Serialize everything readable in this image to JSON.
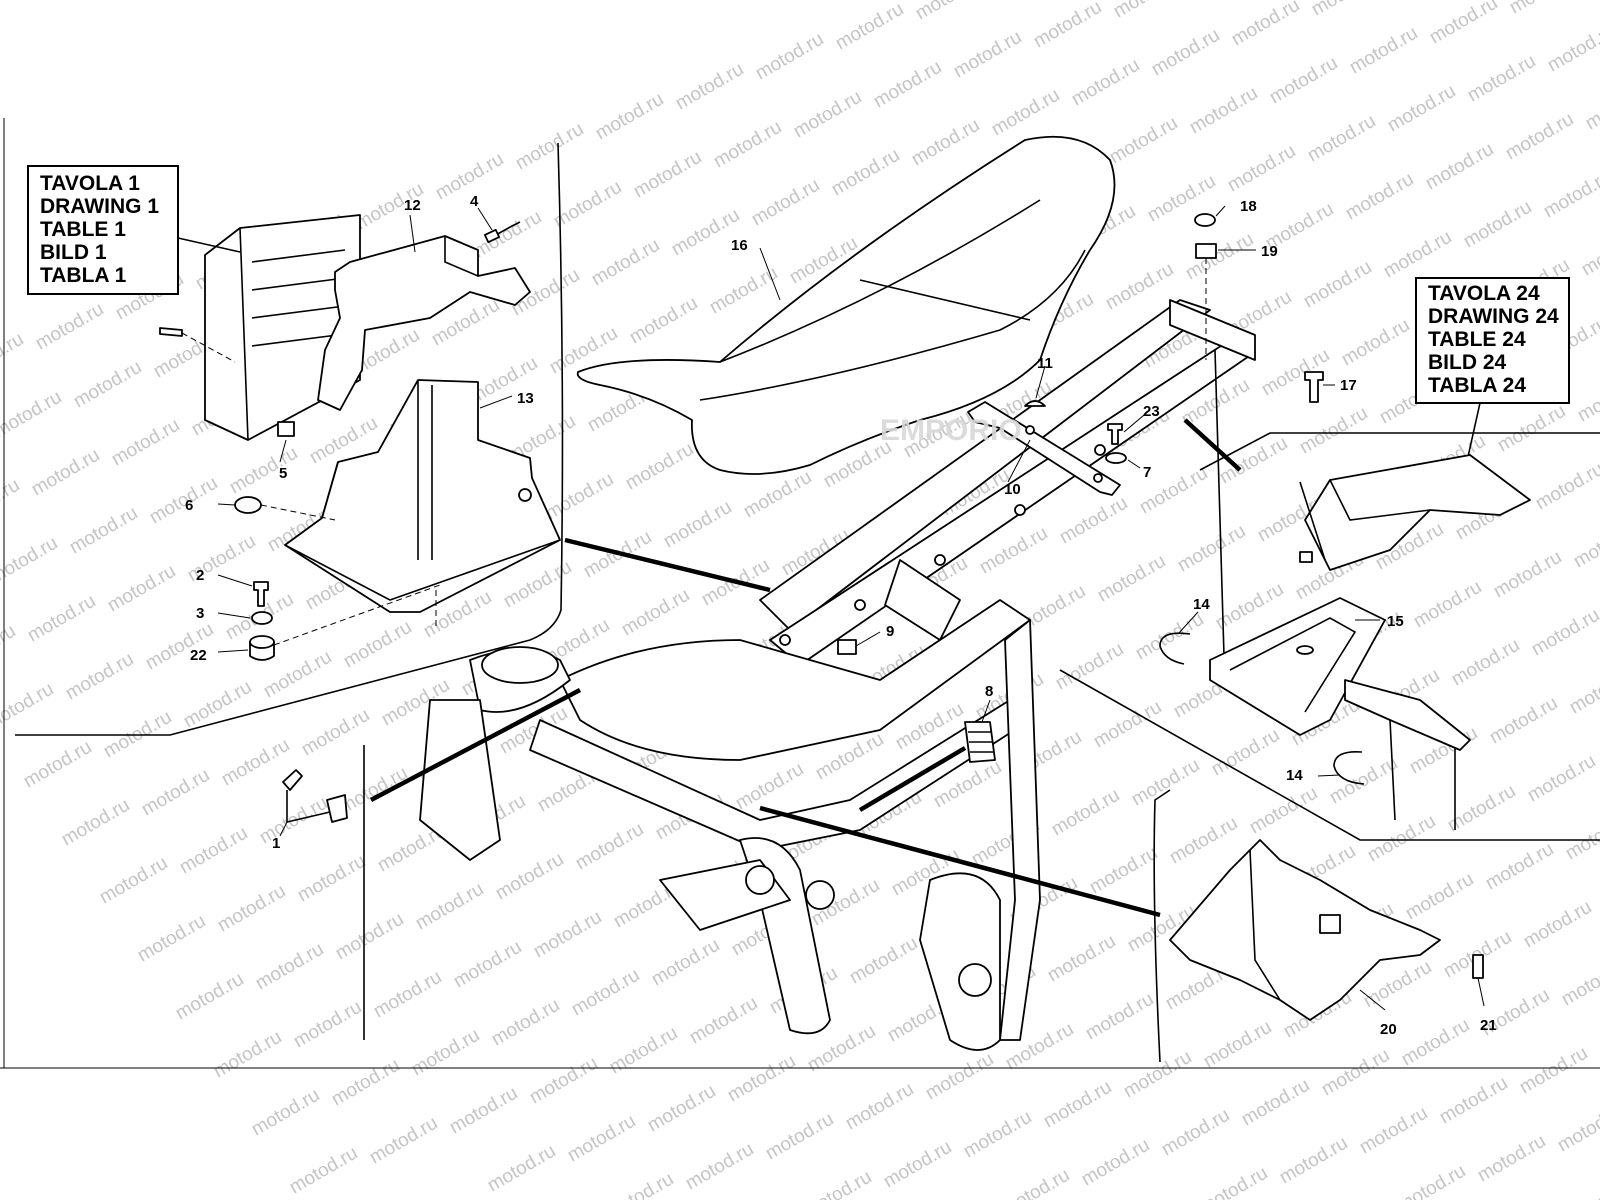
{
  "watermark": {
    "text": "motod.ru"
  },
  "center_logo": {
    "text": "EMPORIO"
  },
  "reference_boxes": [
    {
      "id": "table-1",
      "lines": [
        "TAVOLA 1",
        "DRAWING 1",
        "TABLE 1",
        "BILD 1",
        "TABLA 1"
      ]
    },
    {
      "id": "table-24",
      "lines": [
        "TAVOLA 24",
        "DRAWING 24",
        "TABLE 24",
        "BILD 24",
        "TABLA 24"
      ]
    }
  ],
  "callouts": [
    "1",
    "2",
    "3",
    "4",
    "5",
    "6",
    "7",
    "8",
    "9",
    "10",
    "11",
    "12",
    "13",
    "14",
    "14",
    "15",
    "16",
    "17",
    "18",
    "19",
    "20",
    "21",
    "22",
    "23"
  ],
  "colors": {
    "line": "#000000",
    "watermark": "#c4c4c4",
    "background": "#ffffff"
  }
}
